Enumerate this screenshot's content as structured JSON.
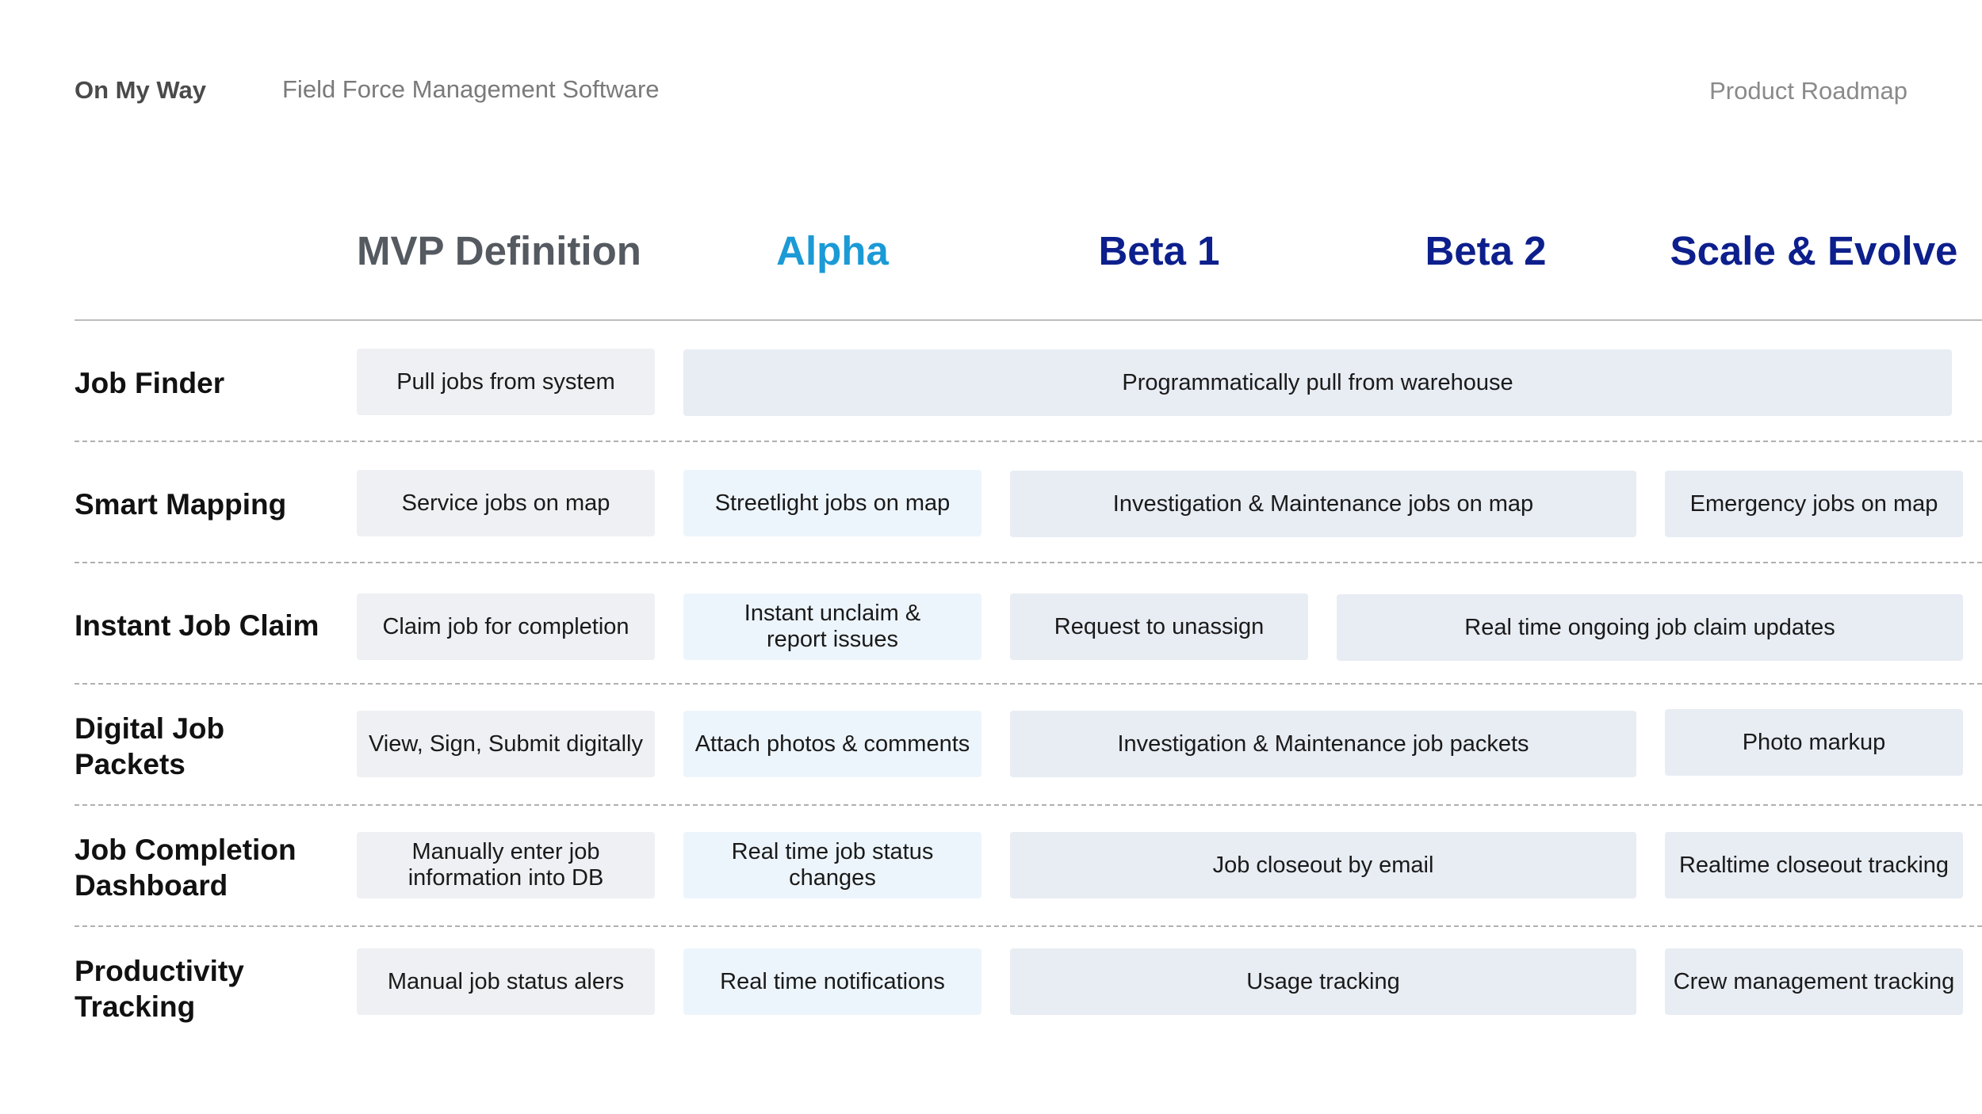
{
  "header": {
    "brand": "On My Way",
    "subtitle": "Field Force Management Software",
    "right_label": "Product Roadmap"
  },
  "colors": {
    "mvp": "#555a61",
    "alpha": "#1b9ad6",
    "beta": "#0d1f8c",
    "cell_mvp": "#eef0f3",
    "cell_alpha": "#edf5fc",
    "cell_later": "#e8ecf3"
  },
  "phases": [
    "MVP Definition",
    "Alpha",
    "Beta 1",
    "Beta 2",
    "Scale & Evolve"
  ],
  "rows": [
    {
      "label": "Job Finder",
      "cells": [
        "Pull jobs from system",
        "Programmatically pull from warehouse"
      ]
    },
    {
      "label": "Smart Mapping",
      "cells": [
        "Service jobs on map",
        "Streetlight jobs on map",
        "Investigation & Maintenance jobs on map",
        "Emergency jobs on map"
      ]
    },
    {
      "label": "Instant Job Claim",
      "cells": [
        "Claim job for completion",
        "Instant unclaim & report issues",
        "Request to unassign",
        "Real time ongoing job claim updates"
      ]
    },
    {
      "label": "Digital Job Packets",
      "cells": [
        "View, Sign, Submit digitally",
        "Attach photos & comments",
        "Investigation & Maintenance job packets",
        "Photo markup"
      ]
    },
    {
      "label": "Job Completion Dashboard",
      "cells": [
        "Manually enter job information into DB",
        "Real time job status changes",
        "Job closeout by email",
        "Realtime closeout tracking"
      ]
    },
    {
      "label": "Productivity Tracking",
      "cells": [
        "Manual job status alers",
        "Real time notifications",
        "Usage tracking",
        "Crew management tracking"
      ]
    }
  ]
}
